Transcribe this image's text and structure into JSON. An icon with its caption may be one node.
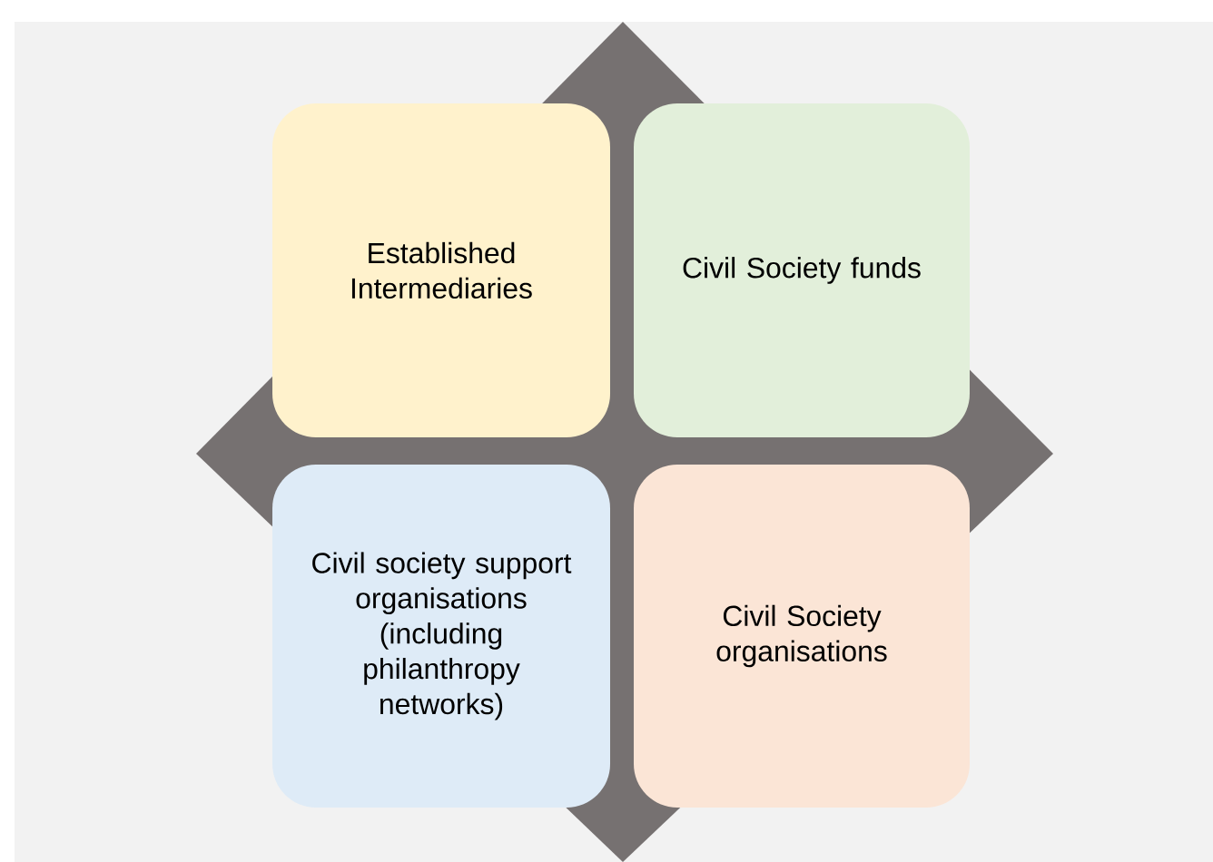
{
  "diagram": {
    "nodes": [
      {
        "text": [
          "Established Intermediaries"
        ]
      },
      {
        "text": [
          "Civil Society funds"
        ]
      },
      {
        "text": [
          "Civil society support organisations (including philanthropy networks)"
        ]
      },
      {
        "text": [
          "Civil Society organisations"
        ]
      }
    ]
  }
}
